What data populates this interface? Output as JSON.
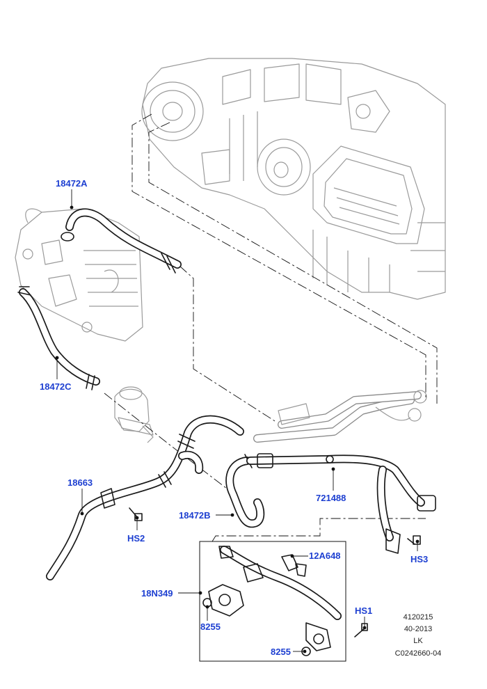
{
  "callouts": {
    "hose_a": "18472A",
    "hose_c": "18472C",
    "hose_main": "18663",
    "bolt_hs2": "HS2",
    "hose_b": "18472B",
    "pipe": "721488",
    "bolt_hs3": "HS3",
    "sensor": "12A648",
    "bracket": "18N349",
    "nut_upper": "8255",
    "bolt_hs1": "HS1",
    "nut_lower": "8255"
  },
  "info_block": {
    "line1": "4120215",
    "line2": "40-2013",
    "line3": "LK",
    "line4": "C0242660-04"
  }
}
